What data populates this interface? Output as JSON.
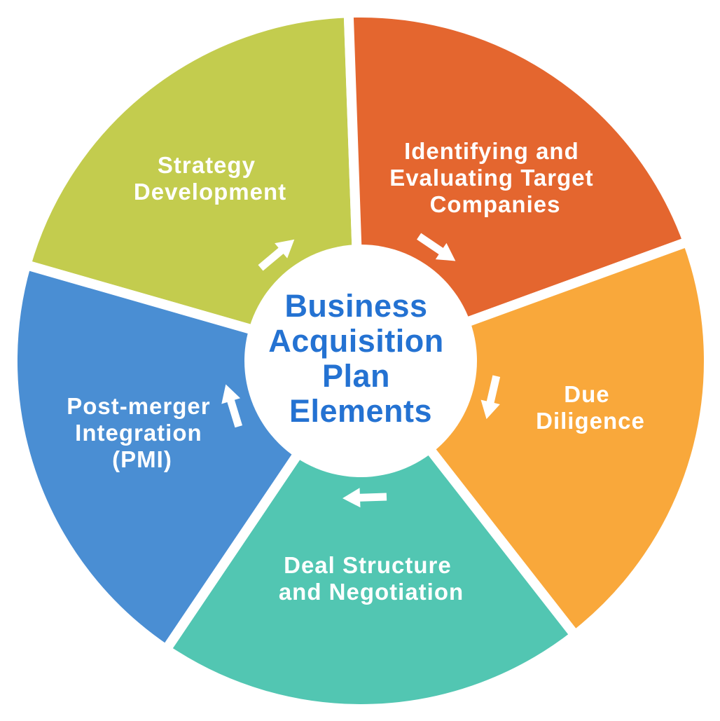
{
  "title": {
    "text": "Business Acquisition Plan Elements",
    "lines": [
      "Business",
      "Acquisition",
      "Plan",
      "Elements"
    ],
    "color": "#2472d2"
  },
  "segments": [
    {
      "id": "strategy-development",
      "label": "Strategy Development",
      "lines": [
        "Strategy",
        "Development"
      ],
      "color": "#c3cc4e",
      "position": "top-left",
      "arrow_direction": "northeast"
    },
    {
      "id": "identifying-evaluating-targets",
      "label": "Identifying and Evaluating Target Companies",
      "lines": [
        "Identifying and",
        "Evaluating Target",
        "Companies"
      ],
      "color": "#e4662f",
      "position": "top-right",
      "arrow_direction": "southeast"
    },
    {
      "id": "due-diligence",
      "label": "Due Diligence",
      "lines": [
        "Due",
        "Diligence"
      ],
      "color": "#f9a83b",
      "position": "right",
      "arrow_direction": "south"
    },
    {
      "id": "deal-structure-negotiation",
      "label": "Deal Structure and Negotiation",
      "lines": [
        "Deal Structure",
        "and Negotiation"
      ],
      "color": "#52c6b2",
      "position": "bottom",
      "arrow_direction": "west"
    },
    {
      "id": "post-merger-integration",
      "label": "Post-merger Integration (PMI)",
      "lines": [
        "Post-merger",
        "Integration",
        "(PMI)"
      ],
      "color": "#4a8ed3",
      "position": "left",
      "arrow_direction": "north"
    }
  ],
  "arrows": {
    "color": "#ffffff",
    "flow": "clockwise"
  },
  "background": "#ffffff"
}
